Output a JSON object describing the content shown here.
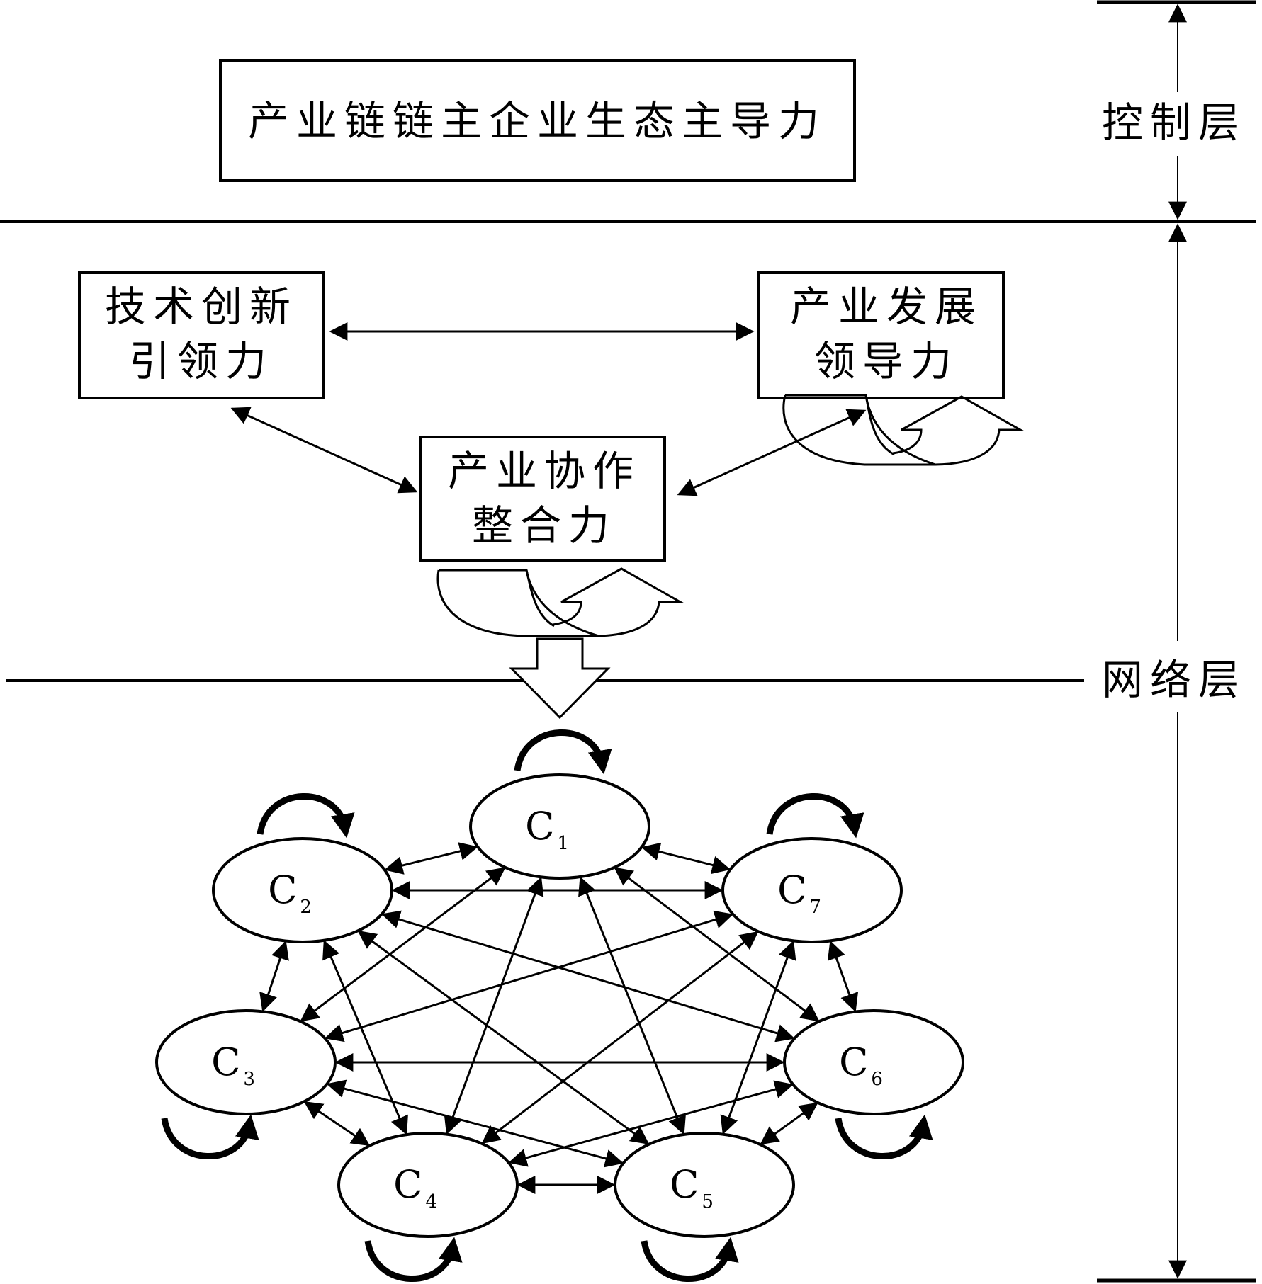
{
  "control_box": {
    "label": "产业链链主企业生态主导力"
  },
  "layer_labels": {
    "control": "控制层",
    "network": "网络层"
  },
  "forces": {
    "tech": [
      "技术创新",
      "引领力"
    ],
    "industry": [
      "产业发展",
      "领导力"
    ],
    "collab": [
      "产业协作",
      "整合力"
    ]
  },
  "nodes": [
    {
      "letter": "C",
      "sub": "1"
    },
    {
      "letter": "C",
      "sub": "2"
    },
    {
      "letter": "C",
      "sub": "3"
    },
    {
      "letter": "C",
      "sub": "4"
    },
    {
      "letter": "C",
      "sub": "5"
    },
    {
      "letter": "C",
      "sub": "6"
    },
    {
      "letter": "C",
      "sub": "7"
    }
  ],
  "colors": {
    "stroke": "#000000",
    "background": "#ffffff"
  }
}
